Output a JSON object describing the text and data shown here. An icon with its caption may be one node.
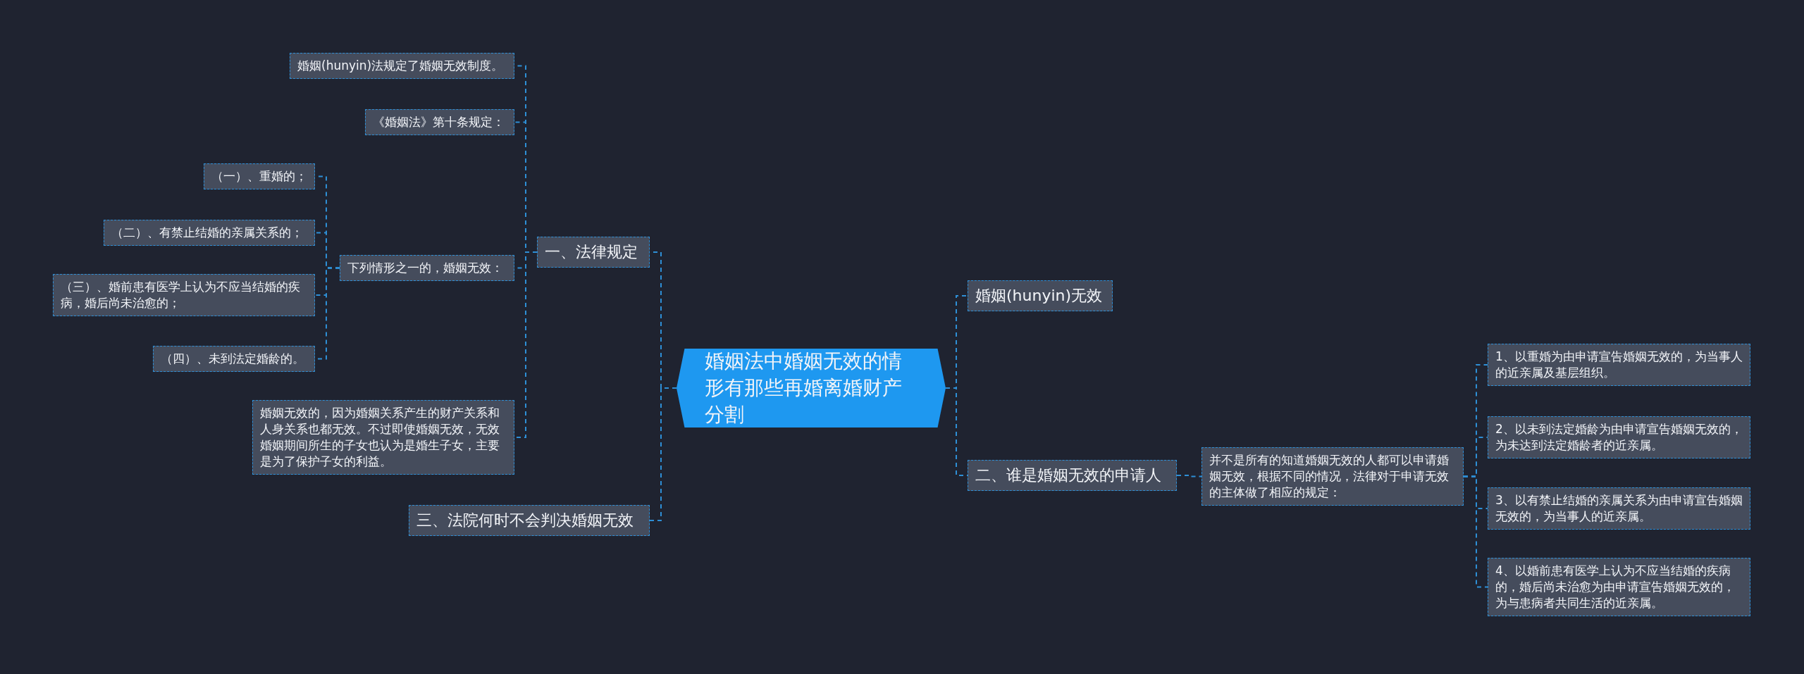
{
  "diagram": {
    "nodes": [
      {
        "text": [
          "婚姻法中婚姻无效的情形有那些再婚离婚财产分割"
        ]
      },
      {
        "text": [
          "一、法律规定"
        ]
      },
      {
        "text": [
          "婚姻(hunyin)法规定了婚姻无效制度。"
        ]
      },
      {
        "text": [
          "《婚姻法》第十条规定："
        ]
      },
      {
        "text": [
          "下列情形之一的，婚姻无效："
        ]
      },
      {
        "text": [
          "（一）、重婚的；"
        ]
      },
      {
        "text": [
          "（二）、有禁止结婚的亲属关系的；"
        ]
      },
      {
        "text": [
          "（三）、婚前患有医学上认为不应当结婚的疾病，婚后尚未治愈的；"
        ]
      },
      {
        "text": [
          "（四）、未到法定婚龄的。"
        ]
      },
      {
        "text": [
          "婚姻无效的，因为婚姻关系产生的财产关系和人身关系也都无效。不过即使婚姻无效，无效婚姻期间所生的子女也认为是婚生子女，主要是为了保护子女的利益。"
        ]
      },
      {
        "text": [
          "三、法院何时不会判决婚姻无效"
        ]
      },
      {
        "text": [
          "婚姻(hunyin)无效"
        ]
      },
      {
        "text": [
          "二、谁是婚姻无效的申请人"
        ]
      },
      {
        "text": [
          "并不是所有的知道婚姻无效的人都可以申请婚姻无效，根据不同的情况，法律对于申请无效的主体做了相应的规定："
        ]
      },
      {
        "text": [
          "1、以重婚为由申请宣告婚姻无效的，为当事人的近亲属及基层组织。"
        ]
      },
      {
        "text": [
          "2、以未到法定婚龄为由申请宣告婚姻无效的，为未达到法定婚龄者的近亲属。"
        ]
      },
      {
        "text": [
          "3、以有禁止结婚的亲属关系为由申请宣告婚姻无效的，为当事人的近亲属。"
        ]
      },
      {
        "text": [
          "4、以婚前患有医学上认为不应当结婚的疾病的，婚后尚未治愈为由申请宣告婚姻无效的，为与患病者共同生活的近亲属。"
        ]
      }
    ],
    "edges": [
      {
        "from": 0,
        "to": 1,
        "arrow": "none",
        "style": "dashed"
      },
      {
        "from": 0,
        "to": 10,
        "arrow": "none",
        "style": "dashed"
      },
      {
        "from": 0,
        "to": 11,
        "arrow": "none",
        "style": "dashed"
      },
      {
        "from": 0,
        "to": 12,
        "arrow": "none",
        "style": "dashed"
      },
      {
        "from": 1,
        "to": 2,
        "arrow": "none",
        "style": "dashed"
      },
      {
        "from": 1,
        "to": 3,
        "arrow": "none",
        "style": "dashed"
      },
      {
        "from": 1,
        "to": 4,
        "arrow": "none",
        "style": "dashed"
      },
      {
        "from": 1,
        "to": 9,
        "arrow": "none",
        "style": "dashed"
      },
      {
        "from": 4,
        "to": 5,
        "arrow": "none",
        "style": "dashed"
      },
      {
        "from": 4,
        "to": 6,
        "arrow": "none",
        "style": "dashed"
      },
      {
        "from": 4,
        "to": 7,
        "arrow": "none",
        "style": "dashed"
      },
      {
        "from": 4,
        "to": 8,
        "arrow": "none",
        "style": "dashed"
      },
      {
        "from": 12,
        "to": 13,
        "arrow": "none",
        "style": "dashed"
      },
      {
        "from": 13,
        "to": 14,
        "arrow": "none",
        "style": "dashed"
      },
      {
        "from": 13,
        "to": 15,
        "arrow": "none",
        "style": "dashed"
      },
      {
        "from": 13,
        "to": 16,
        "arrow": "none",
        "style": "dashed"
      },
      {
        "from": 13,
        "to": 17,
        "arrow": "none",
        "style": "dashed"
      }
    ]
  }
}
